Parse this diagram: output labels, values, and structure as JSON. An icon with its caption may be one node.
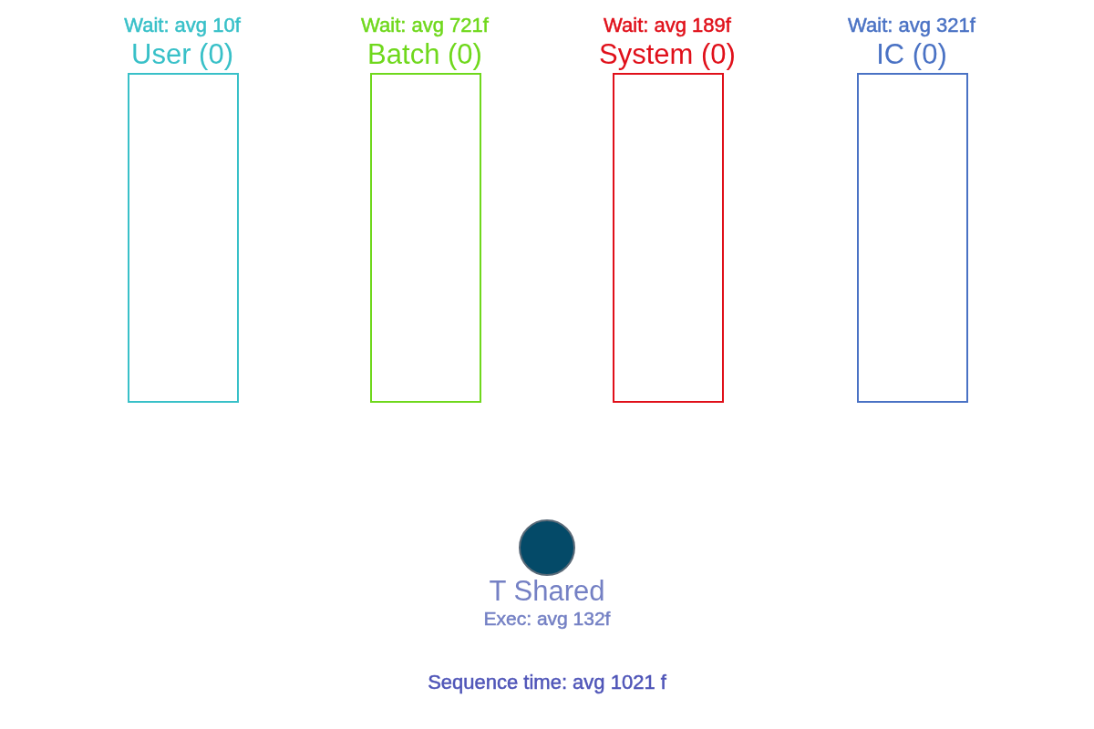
{
  "diagram": {
    "nodes": [
      {
        "text": [
          "Wait: avg 10f",
          "User (0)"
        ]
      },
      {
        "text": [
          "Wait: avg 721f",
          "Batch (0)"
        ]
      },
      {
        "text": [
          "Wait: avg 189f",
          "System (0)"
        ]
      },
      {
        "text": [
          "Wait: avg 321f",
          "IC (0)"
        ]
      },
      {
        "text": [
          "T Shared",
          "Exec: avg 132f"
        ]
      }
    ],
    "labels": [
      "Sequence time: avg 1021 f"
    ]
  }
}
